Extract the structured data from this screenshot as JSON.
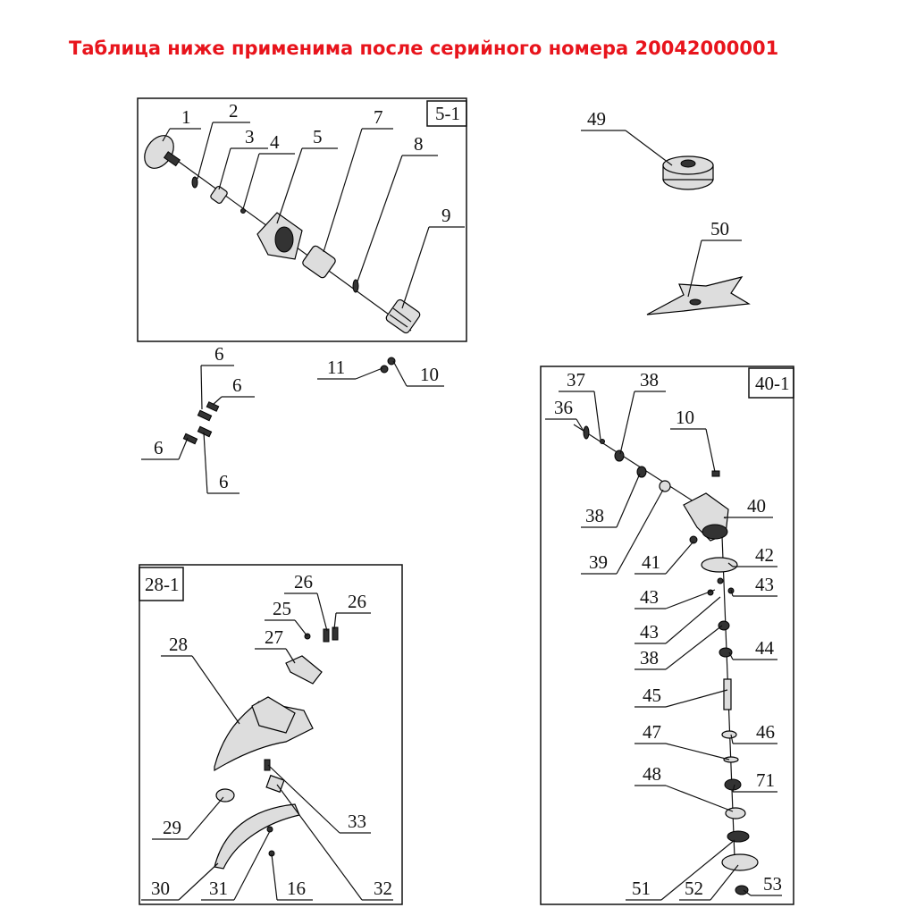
{
  "title": "Таблица ниже применима после серийного номера 20042000001",
  "groups": {
    "g5": "5-1",
    "g40": "40-1",
    "g28": "28-1"
  },
  "labels": [
    "1",
    "2",
    "3",
    "4",
    "5",
    "7",
    "8",
    "9",
    "6",
    "6",
    "6",
    "6",
    "11",
    "10",
    "49",
    "50",
    "37",
    "38",
    "36",
    "10",
    "40",
    "38",
    "39",
    "41",
    "42",
    "43",
    "43",
    "43",
    "38",
    "44",
    "45",
    "46",
    "47",
    "71",
    "48",
    "51",
    "52",
    "53",
    "26",
    "26",
    "25",
    "27",
    "28",
    "29",
    "33",
    "30",
    "31",
    "16",
    "32"
  ]
}
